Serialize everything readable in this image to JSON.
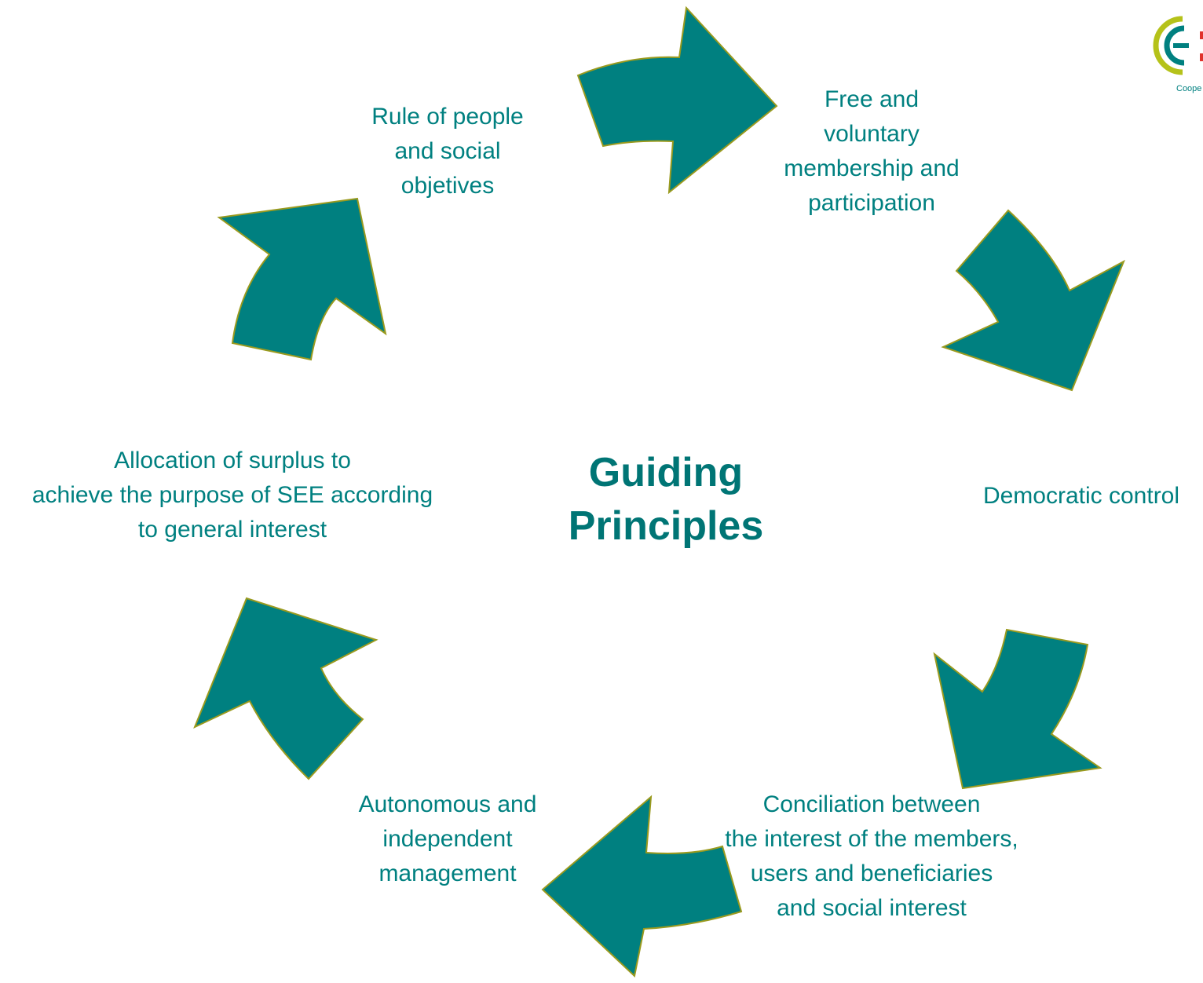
{
  "title": {
    "lines": [
      "Guiding",
      "Principles"
    ]
  },
  "principles": [
    {
      "key": "rule",
      "lines": [
        "Rule of people",
        "and social",
        "objetives"
      ]
    },
    {
      "key": "free",
      "lines": [
        "Free and",
        "voluntary",
        "membership and",
        "participation"
      ]
    },
    {
      "key": "democratic",
      "lines": [
        "Democratic control"
      ]
    },
    {
      "key": "conciliation",
      "lines": [
        "Conciliation between",
        "the interest of the members,",
        "users and beneficiaries",
        "and social interest"
      ]
    },
    {
      "key": "autonomous",
      "lines": [
        "Autonomous and",
        "independent",
        "management"
      ]
    },
    {
      "key": "allocation",
      "lines": [
        "Allocation of surplus to",
        "achieve the purpose of SEE according",
        "to general interest"
      ]
    }
  ],
  "logo": {
    "text": "Coope"
  },
  "colors": {
    "arrow_fill": "#008080",
    "arrow_stroke": "#9a9a1e",
    "text": "#008080",
    "logo_green": "#b5c21a",
    "logo_red": "#e0322b",
    "logo_teal": "#008080"
  }
}
